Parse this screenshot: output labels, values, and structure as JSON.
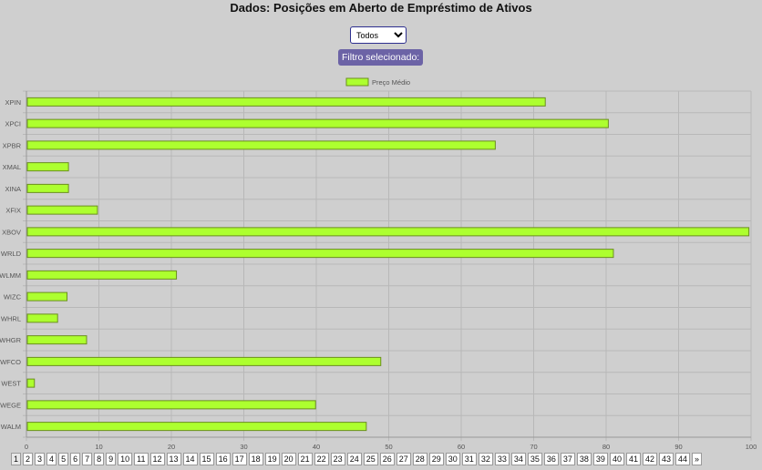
{
  "header": {
    "title": "Dados: Posições em Aberto de Empréstimo de Ativos"
  },
  "filter": {
    "selected": "Todos",
    "badge_label": "Filtro selecionado:"
  },
  "colors": {
    "bar_fill": "#adff2f",
    "bar_stroke": "#6b8f1e",
    "grid": "#b8b8b8",
    "text": "#555555",
    "background": "#cfcfcf"
  },
  "chart_data": {
    "type": "bar",
    "orientation": "horizontal",
    "title": "",
    "xlabel": "",
    "ylabel": "",
    "legend_position": "top-center",
    "grid": true,
    "xlim": [
      0,
      100
    ],
    "xticks": [
      0,
      10,
      20,
      30,
      40,
      50,
      60,
      70,
      80,
      90,
      100
    ],
    "categories": [
      "XPIN",
      "XPCI",
      "XPBR",
      "XMAL",
      "XINA",
      "XFIX",
      "XBOV",
      "WRLD",
      "WLMM",
      "WIZC",
      "WHRL",
      "WHGR",
      "WFCO",
      "WEST",
      "WEGE",
      "WALM"
    ],
    "series": [
      {
        "name": "Preço Médio",
        "values": [
          71.6,
          80.3,
          64.7,
          5.8,
          5.8,
          9.8,
          99.7,
          81.0,
          20.7,
          5.6,
          4.3,
          8.3,
          48.9,
          1.1,
          39.9,
          46.9
        ]
      }
    ]
  },
  "pagination": {
    "pages": [
      "1",
      "2",
      "3",
      "4",
      "5",
      "6",
      "7",
      "8",
      "9",
      "10",
      "11",
      "12",
      "13",
      "14",
      "15",
      "16",
      "17",
      "18",
      "19",
      "20",
      "21",
      "22",
      "23",
      "24",
      "25",
      "26",
      "27",
      "28",
      "29",
      "30",
      "31",
      "32",
      "33",
      "34",
      "35",
      "36",
      "37",
      "38",
      "39",
      "40",
      "41",
      "42",
      "43",
      "44",
      "»"
    ],
    "current": "1"
  }
}
